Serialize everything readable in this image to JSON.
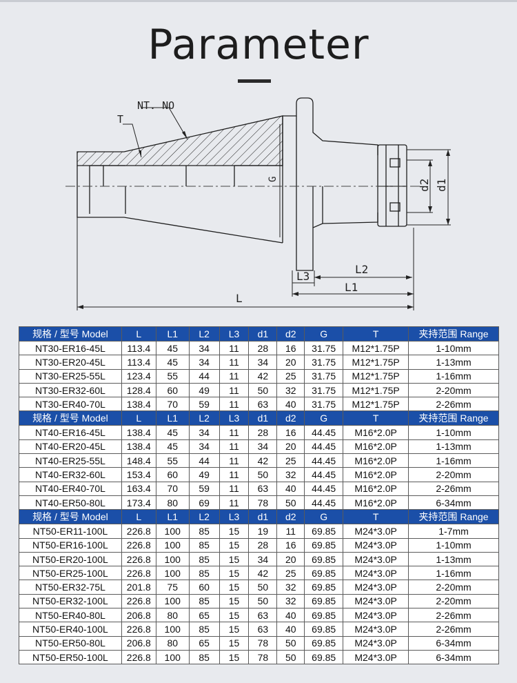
{
  "title": "Parameter",
  "drawing": {
    "label_nt": "NT. NO",
    "label_t": "T",
    "label_g": "G",
    "label_d1": "d1",
    "label_d2": "d2",
    "label_l": "L",
    "label_l1": "L1",
    "label_l2": "L2",
    "label_l3": "L3"
  },
  "table": {
    "header": [
      "规格 / 型号 Model",
      "L",
      "L1",
      "L2",
      "L3",
      "d1",
      "d2",
      "G",
      "T",
      "夹持范围 Range"
    ],
    "groups": [
      {
        "rows": [
          [
            "NT30-ER16-45L",
            "113.4",
            "45",
            "34",
            "11",
            "28",
            "16",
            "31.75",
            "M12*1.75P",
            "1-10mm"
          ],
          [
            "NT30-ER20-45L",
            "113.4",
            "45",
            "34",
            "11",
            "34",
            "20",
            "31.75",
            "M12*1.75P",
            "1-13mm"
          ],
          [
            "NT30-ER25-55L",
            "123.4",
            "55",
            "44",
            "11",
            "42",
            "25",
            "31.75",
            "M12*1.75P",
            "1-16mm"
          ],
          [
            "NT30-ER32-60L",
            "128.4",
            "60",
            "49",
            "11",
            "50",
            "32",
            "31.75",
            "M12*1.75P",
            "2-20mm"
          ],
          [
            "NT30-ER40-70L",
            "138.4",
            "70",
            "59",
            "11",
            "63",
            "40",
            "31.75",
            "M12*1.75P",
            "2-26mm"
          ]
        ]
      },
      {
        "rows": [
          [
            "NT40-ER16-45L",
            "138.4",
            "45",
            "34",
            "11",
            "28",
            "16",
            "44.45",
            "M16*2.0P",
            "1-10mm"
          ],
          [
            "NT40-ER20-45L",
            "138.4",
            "45",
            "34",
            "11",
            "34",
            "20",
            "44.45",
            "M16*2.0P",
            "1-13mm"
          ],
          [
            "NT40-ER25-55L",
            "148.4",
            "55",
            "44",
            "11",
            "42",
            "25",
            "44.45",
            "M16*2.0P",
            "1-16mm"
          ],
          [
            "NT40-ER32-60L",
            "153.4",
            "60",
            "49",
            "11",
            "50",
            "32",
            "44.45",
            "M16*2.0P",
            "2-20mm"
          ],
          [
            "NT40-ER40-70L",
            "163.4",
            "70",
            "59",
            "11",
            "63",
            "40",
            "44.45",
            "M16*2.0P",
            "2-26mm"
          ],
          [
            "NT40-ER50-80L",
            "173.4",
            "80",
            "69",
            "11",
            "78",
            "50",
            "44.45",
            "M16*2.0P",
            "6-34mm"
          ]
        ]
      },
      {
        "rows": [
          [
            "NT50-ER11-100L",
            "226.8",
            "100",
            "85",
            "15",
            "19",
            "11",
            "69.85",
            "M24*3.0P",
            "1-7mm"
          ],
          [
            "NT50-ER16-100L",
            "226.8",
            "100",
            "85",
            "15",
            "28",
            "16",
            "69.85",
            "M24*3.0P",
            "1-10mm"
          ],
          [
            "NT50-ER20-100L",
            "226.8",
            "100",
            "85",
            "15",
            "34",
            "20",
            "69.85",
            "M24*3.0P",
            "1-13mm"
          ],
          [
            "NT50-ER25-100L",
            "226.8",
            "100",
            "85",
            "15",
            "42",
            "25",
            "69.85",
            "M24*3.0P",
            "1-16mm"
          ],
          [
            "NT50-ER32-75L",
            "201.8",
            "75",
            "60",
            "15",
            "50",
            "32",
            "69.85",
            "M24*3.0P",
            "2-20mm"
          ],
          [
            "NT50-ER32-100L",
            "226.8",
            "100",
            "85",
            "15",
            "50",
            "32",
            "69.85",
            "M24*3.0P",
            "2-20mm"
          ],
          [
            "NT50-ER40-80L",
            "206.8",
            "80",
            "65",
            "15",
            "63",
            "40",
            "69.85",
            "M24*3.0P",
            "2-26mm"
          ],
          [
            "NT50-ER40-100L",
            "226.8",
            "100",
            "85",
            "15",
            "63",
            "40",
            "69.85",
            "M24*3.0P",
            "2-26mm"
          ],
          [
            "NT50-ER50-80L",
            "206.8",
            "80",
            "65",
            "15",
            "78",
            "50",
            "69.85",
            "M24*3.0P",
            "6-34mm"
          ],
          [
            "NT50-ER50-100L",
            "226.8",
            "100",
            "85",
            "15",
            "78",
            "50",
            "69.85",
            "M24*3.0P",
            "6-34mm"
          ]
        ]
      }
    ]
  }
}
